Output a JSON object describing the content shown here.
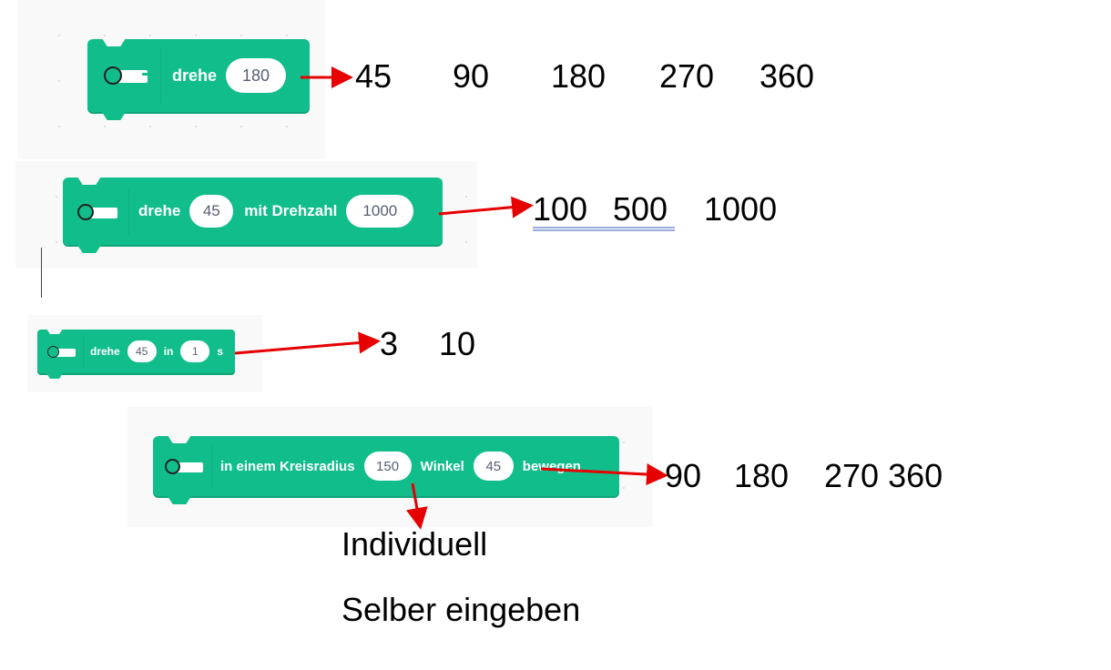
{
  "blocks": {
    "turn": {
      "label": "drehe",
      "value": "180"
    },
    "turn_speed": {
      "label": "drehe",
      "value": "45",
      "label2": "mit Drehzahl",
      "speed": "1000"
    },
    "turn_time": {
      "label": "drehe",
      "value": "45",
      "label2": "in",
      "time": "1",
      "unit": "s"
    },
    "circle": {
      "label": "in einem Kreisradius",
      "radius": "150",
      "label2": "Winkel",
      "angle": "45",
      "label3": "bewegen"
    }
  },
  "annotations": {
    "turn_options": [
      "45",
      "90",
      "180",
      "270",
      "360"
    ],
    "speed_options": [
      "100",
      "500",
      "1000"
    ],
    "time_options": [
      "3",
      "10"
    ],
    "angle_options": [
      "90",
      "180",
      "270 360"
    ],
    "radius_note_1": "Individuell",
    "radius_note_2": "Selber eingeben"
  },
  "colors": {
    "block_green": "#12bd8c",
    "arrow_red": "#e60000",
    "panel_bg": "#f9f9f9"
  },
  "icons": {
    "block_icon": "robot-distance-sensor-icon"
  }
}
